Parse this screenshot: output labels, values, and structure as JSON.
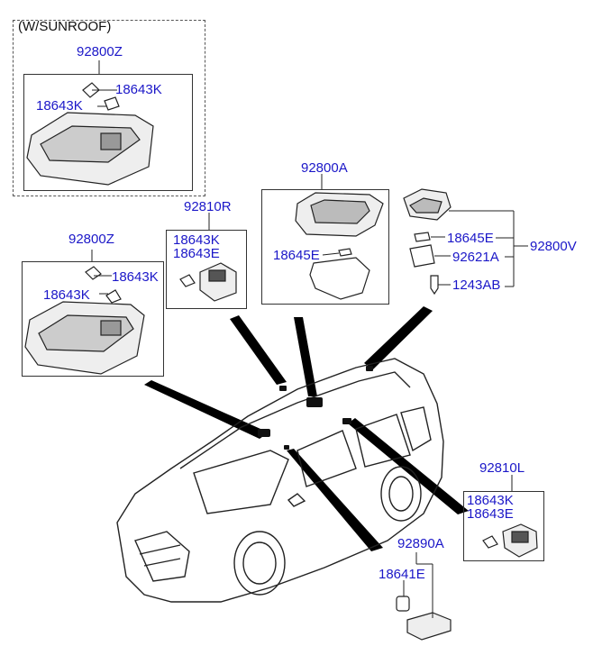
{
  "group_header": "(W/SUNROOF)",
  "parts": {
    "p_92800Z_top": "92800Z",
    "p_18643K_top_a": "18643K",
    "p_18643K_top_b": "18643K",
    "p_92810R": "92810R",
    "p_92810R_18643K": "18643K",
    "p_92810R_18643E": "18643E",
    "p_92800Z_mid": "92800Z",
    "p_18643K_mid_a": "18643K",
    "p_18643K_mid_b": "18643K",
    "p_92800A": "92800A",
    "p_18645E_center": "18645E",
    "p_18645E_right": "18645E",
    "p_92621A": "92621A",
    "p_1243AB": "1243AB",
    "p_92800V": "92800V",
    "p_92810L": "92810L",
    "p_92810L_18643K": "18643K",
    "p_92810L_18643E": "18643E",
    "p_92890A": "92890A",
    "p_18641E": "18641E"
  },
  "colors": {
    "part_label": "#1b17c8",
    "line": "#222222",
    "leader": "#000000"
  }
}
